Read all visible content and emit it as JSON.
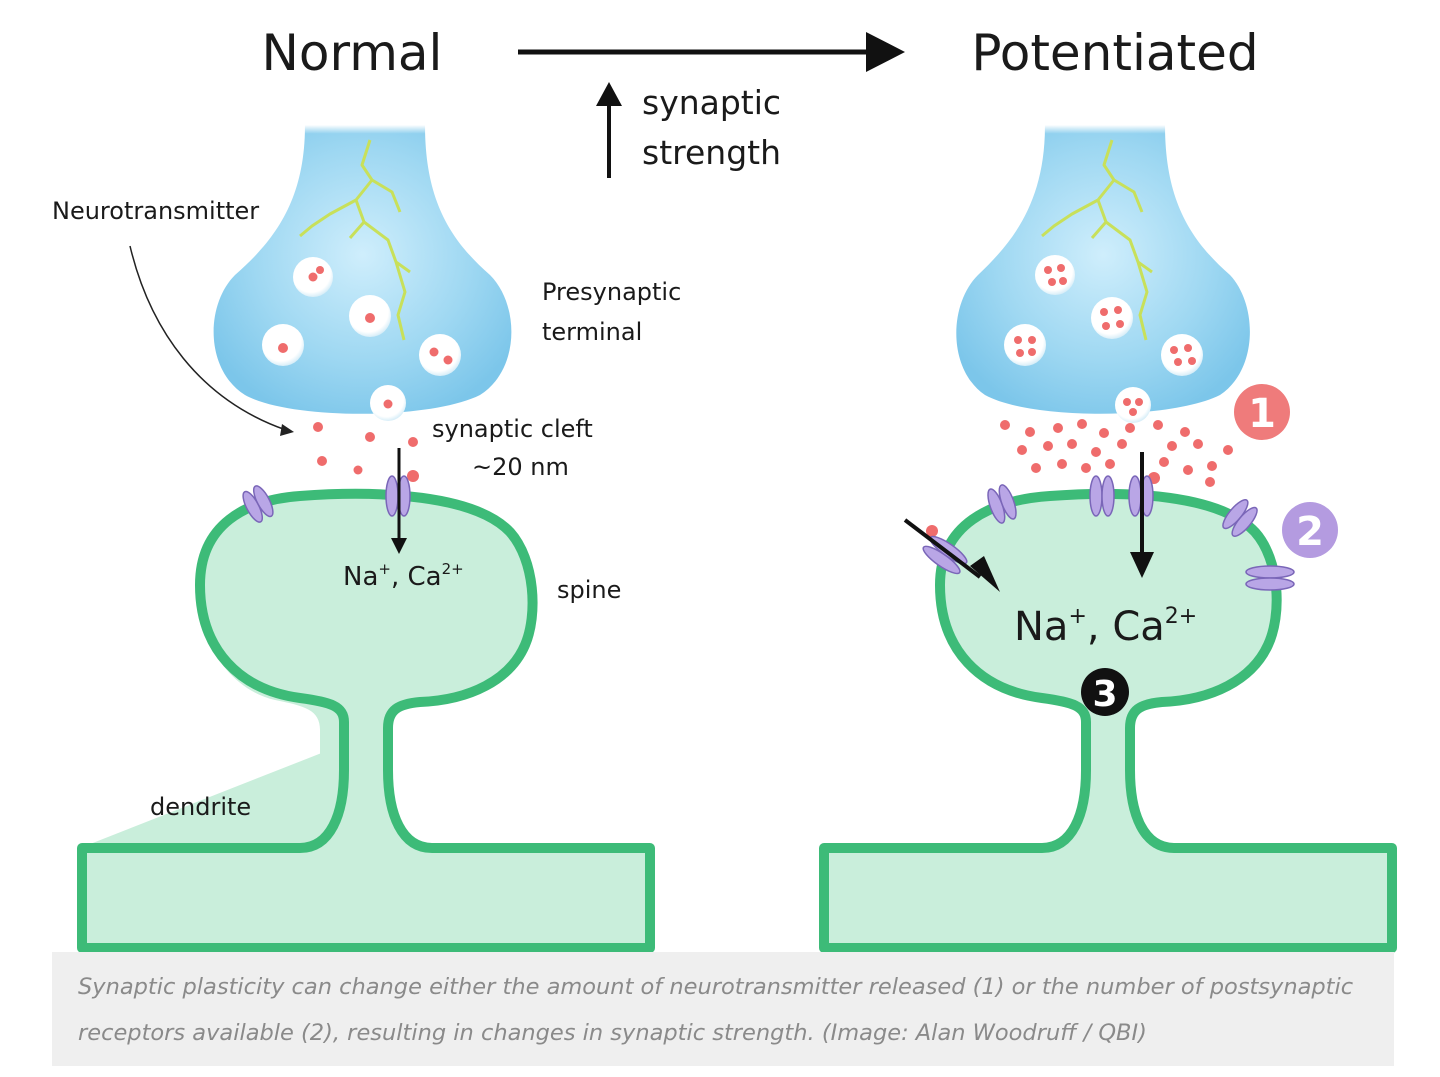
{
  "titles": {
    "left": "Normal",
    "right": "Potentiated"
  },
  "center_annotation": {
    "line1": "synaptic",
    "line2": "strength"
  },
  "labels": {
    "neurotransmitter": "Neurotransmitter",
    "presynaptic_line1": "Presynaptic",
    "presynaptic_line2": "terminal",
    "cleft_line1": "synaptic cleft",
    "cleft_line2": "~20 nm",
    "spine": "spine",
    "dendrite": "dendrite"
  },
  "ions": {
    "left_na": "Na",
    "left_ca": "Ca",
    "right_na": "Na",
    "right_ca": "Ca",
    "plus": "+",
    "sep": ", ",
    "ca_charge": "2+"
  },
  "markers": {
    "one": "1",
    "two": "2",
    "three": "3"
  },
  "colors": {
    "presynaptic": "#9fd8f2",
    "spine_fill": "#c9eedb",
    "spine_stroke": "#3dbb78",
    "receptor": "#b9a6e6",
    "vesicle_dot": "#ef6c6c",
    "marker_one": "#ef7b7b",
    "marker_two": "#b49be0",
    "marker_three": "#111111"
  },
  "caption": "Synaptic plasticity can change either the amount of neurotransmitter released (1) or the number of postsynaptic receptors available (2), resulting in changes in synaptic strength. (Image: Alan Woodruff / QBI)"
}
